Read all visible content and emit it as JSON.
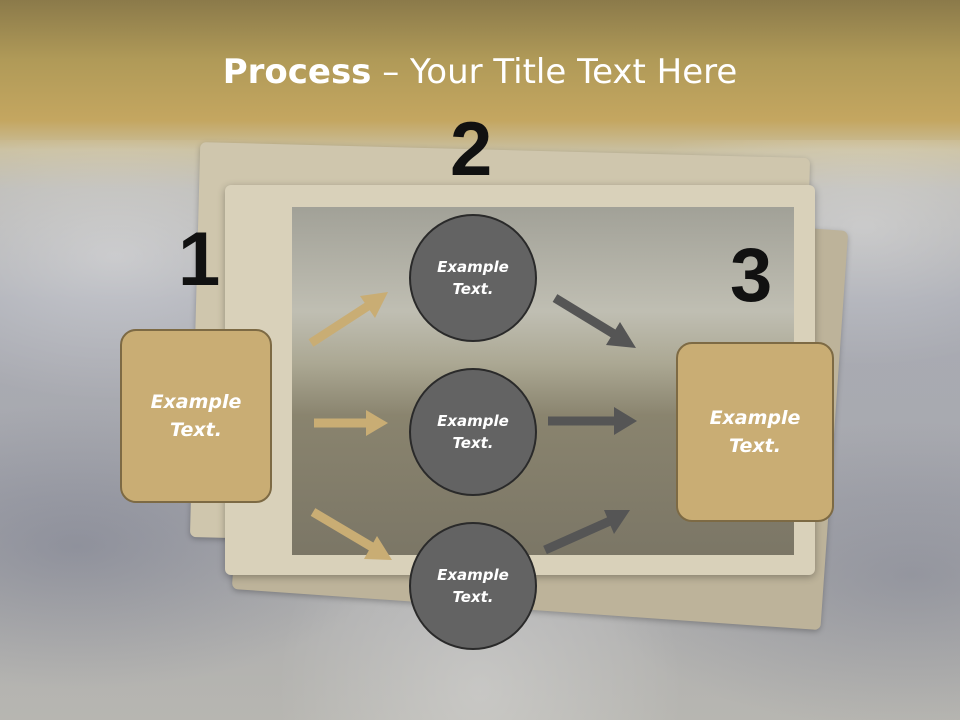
{
  "title": {
    "bold": "Process",
    "rest": " – Your Title Text Here"
  },
  "steps": {
    "one": "1",
    "two": "2",
    "three": "3"
  },
  "left_box": {
    "text": "Example Text."
  },
  "circles": [
    {
      "text": "Example Text."
    },
    {
      "text": "Example Text."
    },
    {
      "text": "Example Text."
    }
  ],
  "right_box": {
    "text": "Example Text."
  },
  "colors": {
    "header_gold": "#c4a660",
    "box_fill": "#c9ad74",
    "circle_fill": "#636363",
    "left_arrow": "#c9ad74",
    "right_arrow": "#555555"
  }
}
